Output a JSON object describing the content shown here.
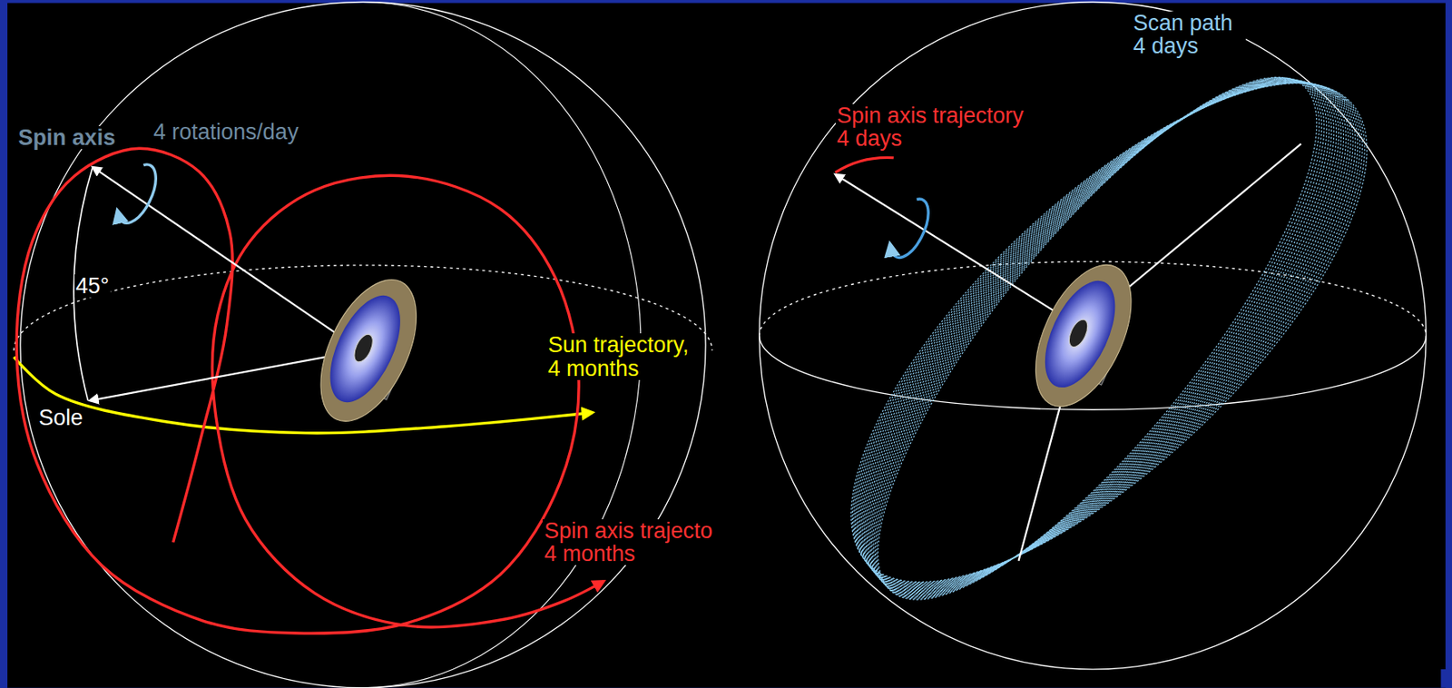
{
  "diagram": {
    "labels": [
      "Spin axis",
      "4 rotations/day",
      "45°",
      "Sole",
      "Sun trajectory, 4 months",
      "Spin axis trajecto 4 months",
      "Scan path 4 days",
      "Spin axis trajectory 4 days"
    ]
  }
}
